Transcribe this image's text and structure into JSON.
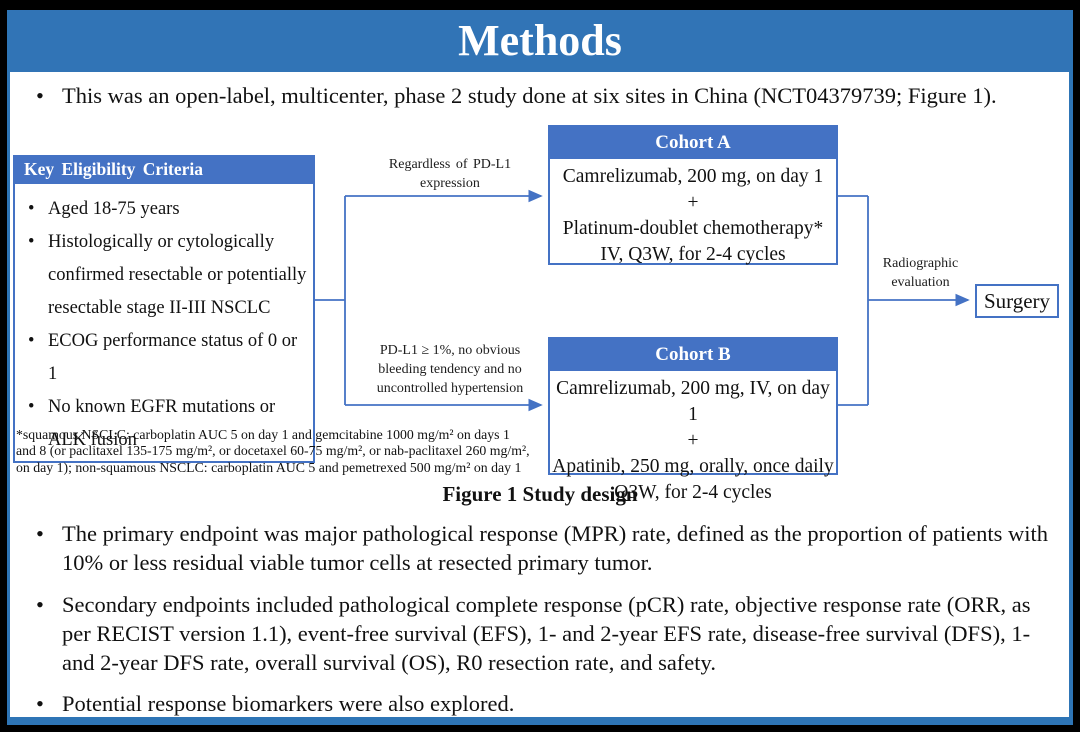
{
  "title": "Methods",
  "intro": "This was an open-label, multicenter, phase 2 study done at six sites in China (NCT04379739; Figure 1).",
  "figure": {
    "eligibility": {
      "header": "Key Eligibility Criteria",
      "items": [
        "Aged 18-75 years",
        "Histologically or cytologically confirmed resectable or potentially resectable stage II-III NSCLC",
        "ECOG performance status of 0 or 1",
        "No known EGFR mutations or ALK fusion"
      ]
    },
    "branch_top": {
      "lines": [
        "Regardless of PD-L1",
        "expression"
      ]
    },
    "branch_bottom": {
      "lines": [
        "PD-L1 ≥ 1%, no obvious",
        "bleeding tendency and no",
        "uncontrolled hypertension"
      ]
    },
    "cohort_a": {
      "header": "Cohort A",
      "lines": [
        "Camrelizumab, 200 mg, on day 1",
        "+",
        "Platinum-doublet chemotherapy*",
        "IV, Q3W, for 2-4 cycles"
      ]
    },
    "cohort_b": {
      "header": "Cohort B",
      "lines": [
        "Camrelizumab, 200 mg, IV, on day 1",
        "+",
        "Apatinib, 250 mg, orally, once daily",
        "Q3W, for 2-4 cycles"
      ]
    },
    "evaluation_label": {
      "lines": [
        "Radiographic",
        "evaluation"
      ]
    },
    "surgery": "Surgery",
    "footnote": "*squamous NSCLC: carboplatin AUC 5 on day 1 and gemcitabine 1000 mg/m² on days 1 and 8 (or paclitaxel 135-175 mg/m², or docetaxel 60-75 mg/m², or nab-paclitaxel 260 mg/m², on day 1); non-squamous NSCLC: carboplatin AUC 5 and pemetrexed 500 mg/m² on day 1",
    "caption": "Figure 1 Study design"
  },
  "bullets": [
    "The primary endpoint was major pathological response (MPR) rate, defined as the proportion of patients with 10% or less residual viable tumor cells at resected primary tumor.",
    "Secondary endpoints included pathological complete response (pCR) rate, objective response rate (ORR, as per RECIST version 1.1), event-free survival (EFS), 1- and 2-year EFS rate, disease-free survival (DFS), 1- and 2-year DFS rate, overall survival (OS), R0 resection rate, and safety.",
    "Potential response biomarkers were also explored."
  ],
  "colors": {
    "banner_blue": "#3174B6",
    "box_header_blue": "#4472C4",
    "slide_border_blue": "#2E75B6",
    "connector_blue": "#4472C4",
    "text_black": "#111111"
  }
}
